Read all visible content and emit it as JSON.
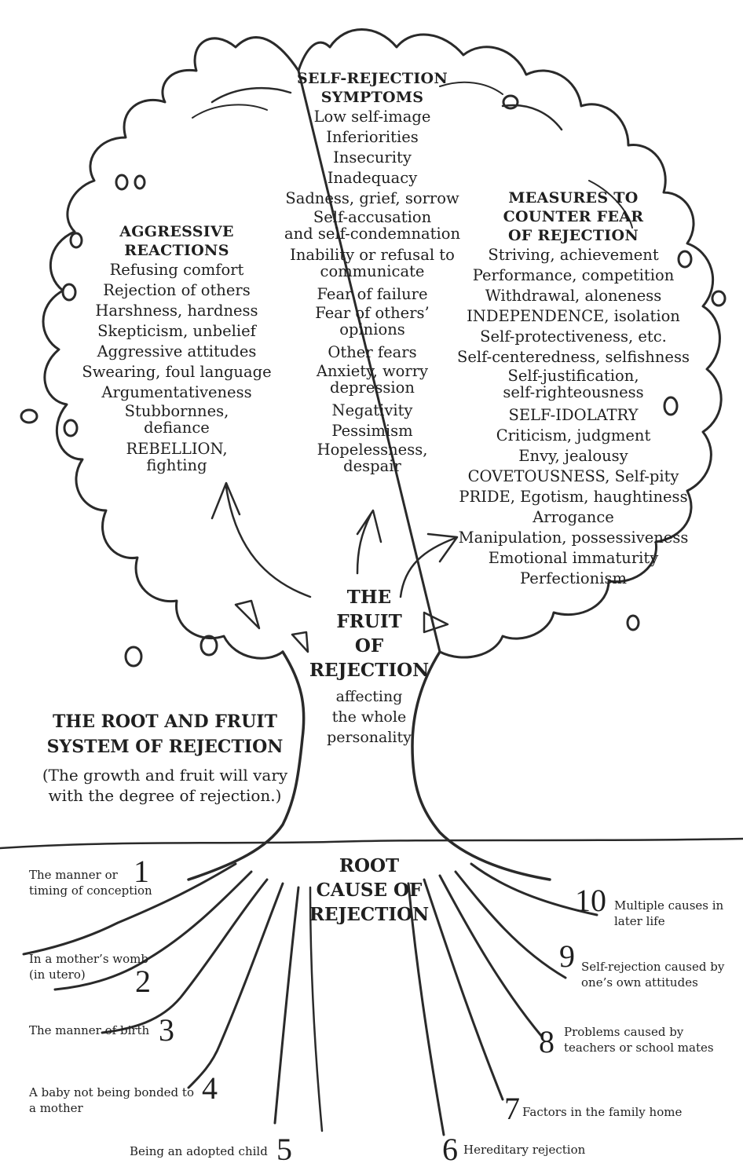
{
  "crown": {
    "left": {
      "heading": [
        "AGGRESSIVE",
        "REACTIONS"
      ],
      "items": [
        [
          "Refusing comfort"
        ],
        [
          "Rejection of others"
        ],
        [
          "Harshness, hardness"
        ],
        [
          "Skepticism, unbelief"
        ],
        [
          "Aggressive attitudes"
        ],
        [
          "Swearing, foul language"
        ],
        [
          "Argumentativeness"
        ],
        [
          "Stubbornnes,",
          "defiance"
        ],
        [
          "REBELLION,",
          "fighting"
        ]
      ]
    },
    "center": {
      "heading": [
        "SELF-REJECTION",
        "SYMPTOMS"
      ],
      "items": [
        [
          "Low self-image"
        ],
        [
          "Inferiorities"
        ],
        [
          "Insecurity"
        ],
        [
          "Inadequacy"
        ],
        [
          "Sadness, grief, sorrow"
        ],
        [
          "Self-accusation",
          "and self-condemnation"
        ],
        [
          "Inability or refusal to",
          "communicate"
        ],
        [
          "Fear of failure"
        ],
        [
          "Fear of others’",
          "opinions"
        ],
        [
          "Other fears"
        ],
        [
          "Anxiety, worry",
          "depression"
        ],
        [
          "Negativity"
        ],
        [
          "Pessimism"
        ],
        [
          "Hopelessness,",
          "despair"
        ]
      ]
    },
    "right": {
      "heading": [
        "MEASURES TO",
        "COUNTER FEAR",
        "OF REJECTION"
      ],
      "items": [
        [
          "Striving, achievement"
        ],
        [
          "Performance, competition"
        ],
        [
          "Withdrawal, aloneness"
        ],
        [
          "INDEPENDENCE, isolation"
        ],
        [
          "Self-protectiveness, etc."
        ],
        [
          "Self-centeredness, selfishness"
        ],
        [
          "Self-justification,",
          "self-righteousness"
        ],
        [
          "SELF-IDOLATRY"
        ],
        [
          "Criticism, judgment"
        ],
        [
          "Envy, jealousy"
        ],
        [
          "COVETOUSNESS, Self-pity"
        ],
        [
          "PRIDE, Egotism, haughtiness"
        ],
        [
          "Arrogance"
        ],
        [
          "Manipulation, possessiveness"
        ],
        [
          "Emotional immaturity"
        ],
        [
          "Perfectionism"
        ]
      ]
    }
  },
  "fruit": {
    "title": [
      "THE",
      "FRUIT",
      "OF",
      "REJECTION"
    ],
    "subtitle": [
      "affecting",
      "the whole",
      "personality"
    ]
  },
  "system": {
    "title": [
      "THE ROOT AND FRUIT",
      "SYSTEM OF REJECTION"
    ],
    "note": [
      "(The growth and fruit will vary",
      "with the degree of rejection.)"
    ]
  },
  "root": {
    "title": [
      "ROOT",
      "CAUSE OF",
      "REJECTION"
    ],
    "causes": [
      {
        "number": "1",
        "text": [
          "The manner or",
          "timing of conception"
        ]
      },
      {
        "number": "2",
        "text": [
          "In a mother’s womb",
          "(in utero)"
        ]
      },
      {
        "number": "3",
        "text": [
          "The manner of birth"
        ]
      },
      {
        "number": "4",
        "text": [
          "A baby not being bonded to",
          "a mother"
        ]
      },
      {
        "number": "5",
        "text": [
          "Being an adopted child"
        ]
      },
      {
        "number": "6",
        "text": [
          "Hereditary rejection"
        ]
      },
      {
        "number": "7",
        "text": [
          "Factors in the family home"
        ]
      },
      {
        "number": "8",
        "text": [
          "Problems caused by",
          "teachers or school mates"
        ]
      },
      {
        "number": "9",
        "text": [
          "Self-rejection caused by",
          "one’s own attitudes"
        ]
      },
      {
        "number": "10",
        "text": [
          "Multiple causes in",
          "later life"
        ]
      }
    ]
  },
  "colors": {
    "ink": "#1f1f1f",
    "paper": "#ffffff"
  }
}
